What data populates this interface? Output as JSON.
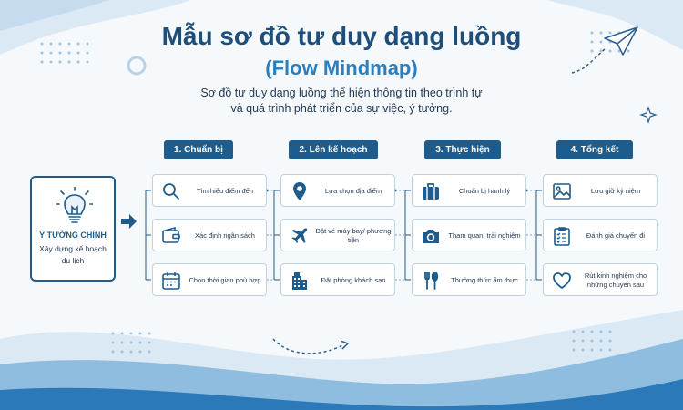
{
  "title": "Mẫu sơ đồ tư duy dạng luồng",
  "subtitle": "(Flow Mindmap)",
  "description": {
    "line1": "Sơ đồ tư duy dạng luồng thể hiện thông tin theo trình tự",
    "line2": "và quá trình phát triển của sự việc, ý tưởng."
  },
  "main_idea": {
    "title": "Ý TƯỞNG CHÍNH",
    "text": "Xây dựng kế hoạch du lịch",
    "icon": "lightbulb-icon"
  },
  "steps": [
    {
      "header": "1. Chuẩn bị",
      "items": [
        {
          "label": "Tìm hiểu điểm đến",
          "icon": "search-icon"
        },
        {
          "label": "Xác định ngân sách",
          "icon": "wallet-icon"
        },
        {
          "label": "Chọn thời gian phù hợp",
          "icon": "calendar-icon"
        }
      ]
    },
    {
      "header": "2. Lên kế hoạch",
      "items": [
        {
          "label": "Lựa chọn địa điểm",
          "icon": "location-pin-icon"
        },
        {
          "label": "Đặt vé máy bay/ phương tiện",
          "icon": "airplane-icon"
        },
        {
          "label": "Đặt phòng khách sạn",
          "icon": "hotel-icon"
        }
      ]
    },
    {
      "header": "3. Thực hiện",
      "items": [
        {
          "label": "Chuẩn bị hành lý",
          "icon": "luggage-icon"
        },
        {
          "label": "Tham quan, trải nghiệm",
          "icon": "camera-icon"
        },
        {
          "label": "Thưởng thức ẩm thực",
          "icon": "utensils-icon"
        }
      ]
    },
    {
      "header": "4. Tổng kết",
      "items": [
        {
          "label": "Lưu giữ kỷ niệm",
          "icon": "photo-icon"
        },
        {
          "label": "Đánh giá chuyến đi",
          "icon": "checklist-icon"
        },
        {
          "label": "Rút kinh nghiệm cho những chuyến sau",
          "icon": "heart-icon"
        }
      ]
    }
  ],
  "colors": {
    "primary": "#1d5c8c",
    "accent": "#2a7fc0",
    "background": "#f6f9fc",
    "wave": "#d9e9f6"
  }
}
